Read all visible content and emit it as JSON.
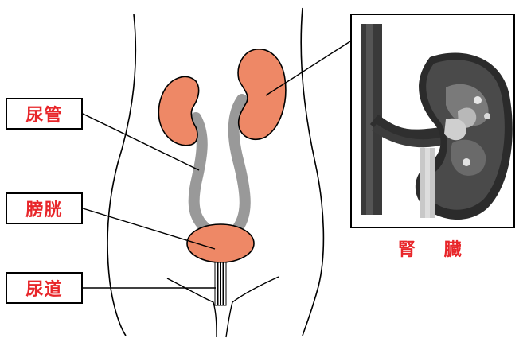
{
  "labels": {
    "ureter": "尿管",
    "bladder": "膀胱",
    "urethra": "尿道",
    "kidney_caption": "腎 臓"
  },
  "colors": {
    "organ_fill": "#EE8866",
    "tube_gray": "#999999",
    "label_text_red": "#E8262A",
    "outline": "#000000"
  }
}
